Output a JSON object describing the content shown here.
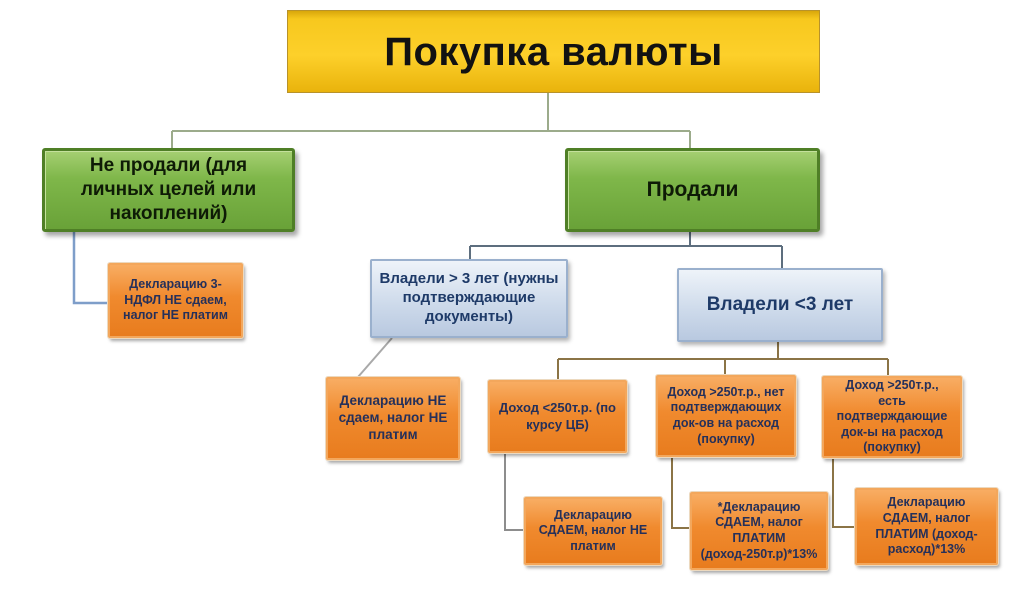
{
  "title": "Покупка валюты",
  "palette": {
    "title_yellow": "#fdd02a",
    "branch_green": "#7fb74a",
    "condition_blue": "#ccd9ea",
    "outcome_orange": "#f08a2e",
    "orange_text_navy": "#25305a"
  },
  "nodes": {
    "title": {
      "label": "Покупка валюты"
    },
    "not_sold": {
      "label": "Не продали (для личных целей или накоплений)"
    },
    "sold": {
      "label": "Продали"
    },
    "no_decl_3ndfl": {
      "label": "Декларацию 3-НДФЛ НЕ сдаем, налог НЕ платим"
    },
    "owned_more_3y": {
      "label": "Владели > 3 лет (нужны подтверждающие документы)"
    },
    "owned_less_3y": {
      "label": "Владели <3 лет"
    },
    "no_decl_no_tax": {
      "label": "Декларацию НЕ сдаем, налог НЕ платим"
    },
    "income_under_250": {
      "label": "Доход <250т.р. (по курсу ЦБ)"
    },
    "income_over_250_no_docs": {
      "label": "Доход >250т.р., нет подтверждающих док-ов на расход (покупку)"
    },
    "income_over_250_with_docs": {
      "label": "Доход >250т.р., есть подтверждающие док-ы на расход (покупку)"
    },
    "decl_yes_no_tax": {
      "label": "Декларацию СДАЕМ, налог НЕ платим"
    },
    "decl_yes_tax_minus_250": {
      "label": "*Декларацию СДАЕМ, налог ПЛАТИМ (доход-250т.р)*13%"
    },
    "decl_yes_tax_income_expense": {
      "label": "Декларацию СДАЕМ, налог ПЛАТИМ (доход-расход)*13%"
    }
  }
}
